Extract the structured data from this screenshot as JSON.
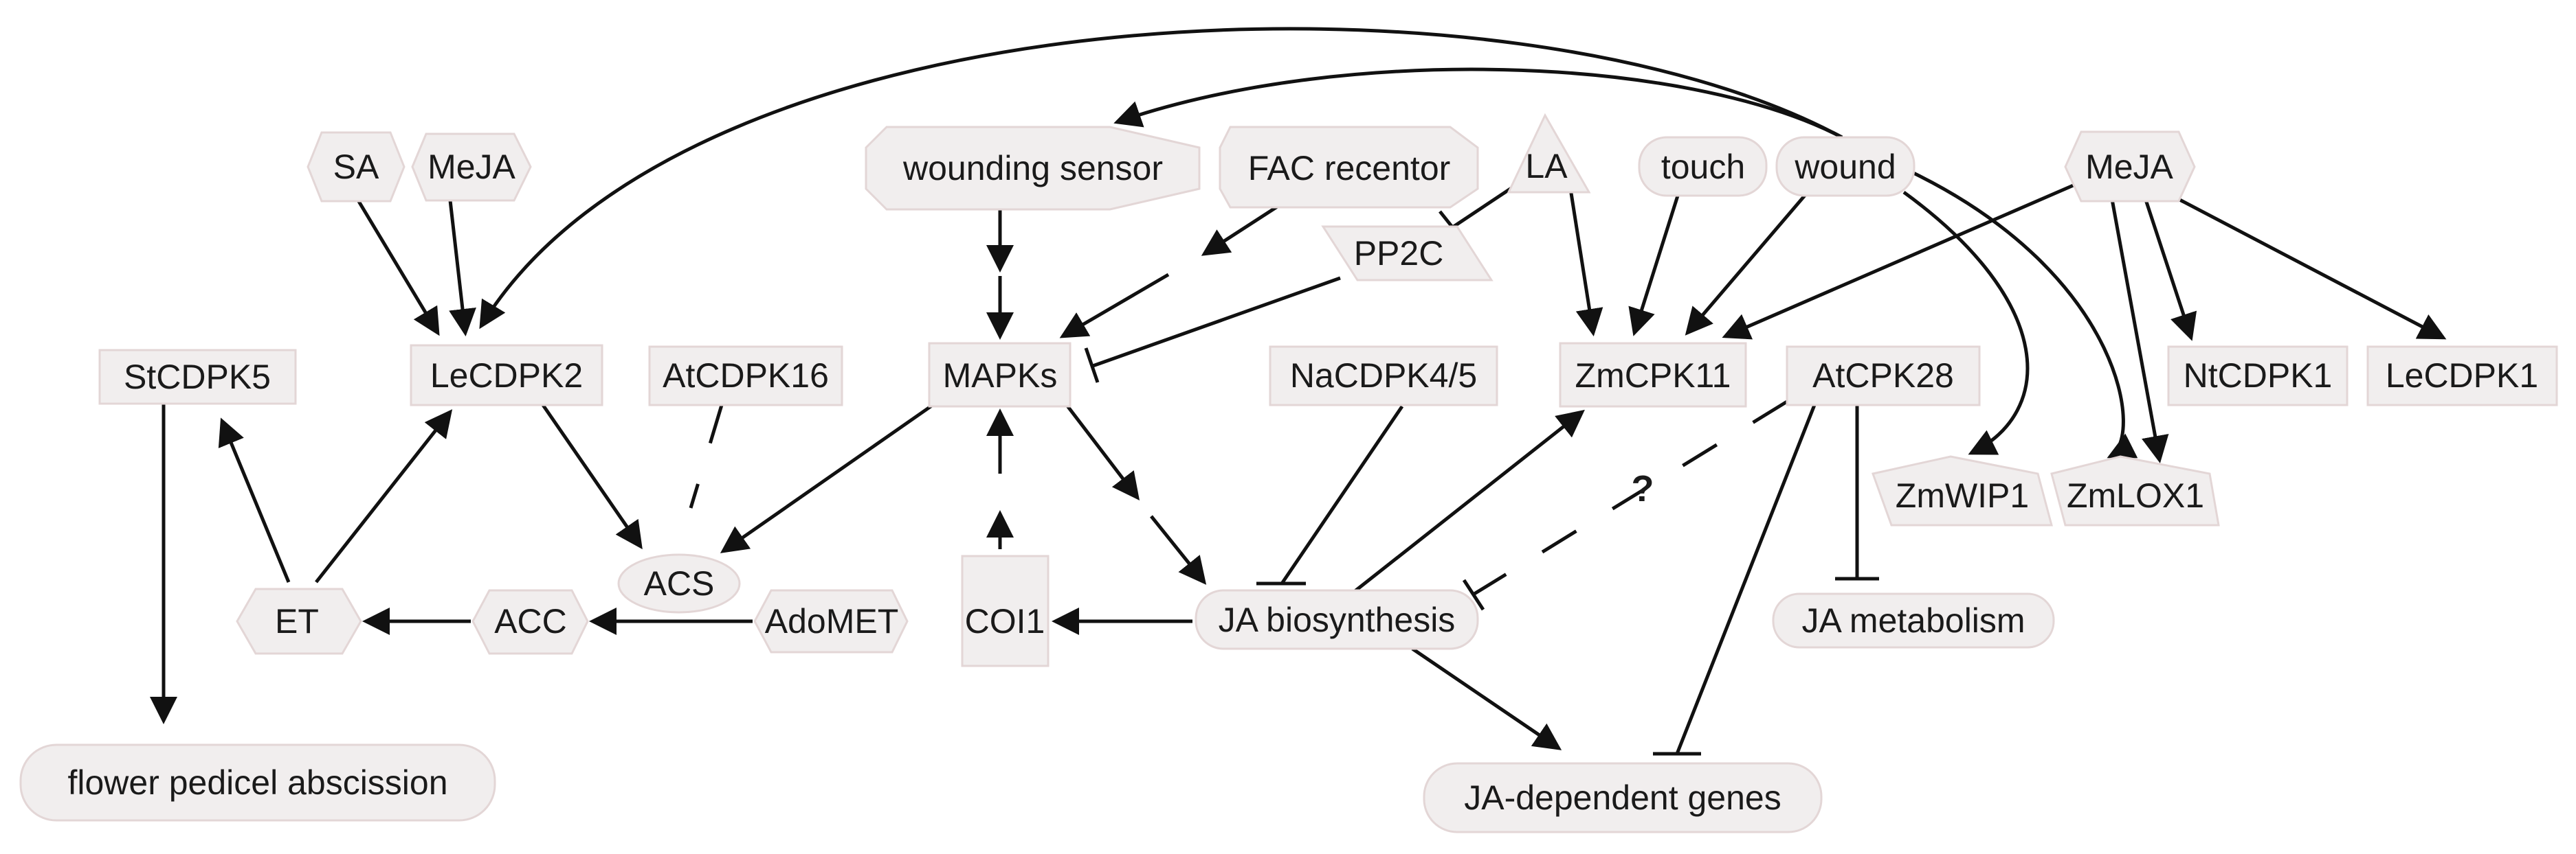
{
  "nodes": {
    "sa": "SA",
    "meja_left": "MeJA",
    "stcdpk5": "StCDPK5",
    "lecdpk2": "LeCDPK2",
    "atcdpk16": "AtCDPK16",
    "wounding_sensor": "wounding sensor",
    "fac_receptor": "FAC recentor",
    "la": "LA",
    "pp2c": "PP2C",
    "mapks": "MAPKs",
    "nacdpk45": "NaCDPK4/5",
    "touch": "touch",
    "wound": "wound",
    "zmcpk11": "ZmCPK11",
    "atcpk28": "AtCPK28",
    "meja_right": "MeJA",
    "ntcdpk1": "NtCDPK1",
    "lecdpk1": "LeCDPK1",
    "zmwip1": "ZmWIP1",
    "zmlox1": "ZmLOX1",
    "et": "ET",
    "acc": "ACC",
    "acs": "ACS",
    "adomet": "AdoMET",
    "coi1": "COI1",
    "ja_biosynthesis": "JA biosynthesis",
    "ja_metabolism": "JA metabolism",
    "flower_pedicel": "flower pedicel abscission",
    "ja_dependent": "JA-dependent genes"
  },
  "annotations": {
    "question_mark": "?"
  }
}
